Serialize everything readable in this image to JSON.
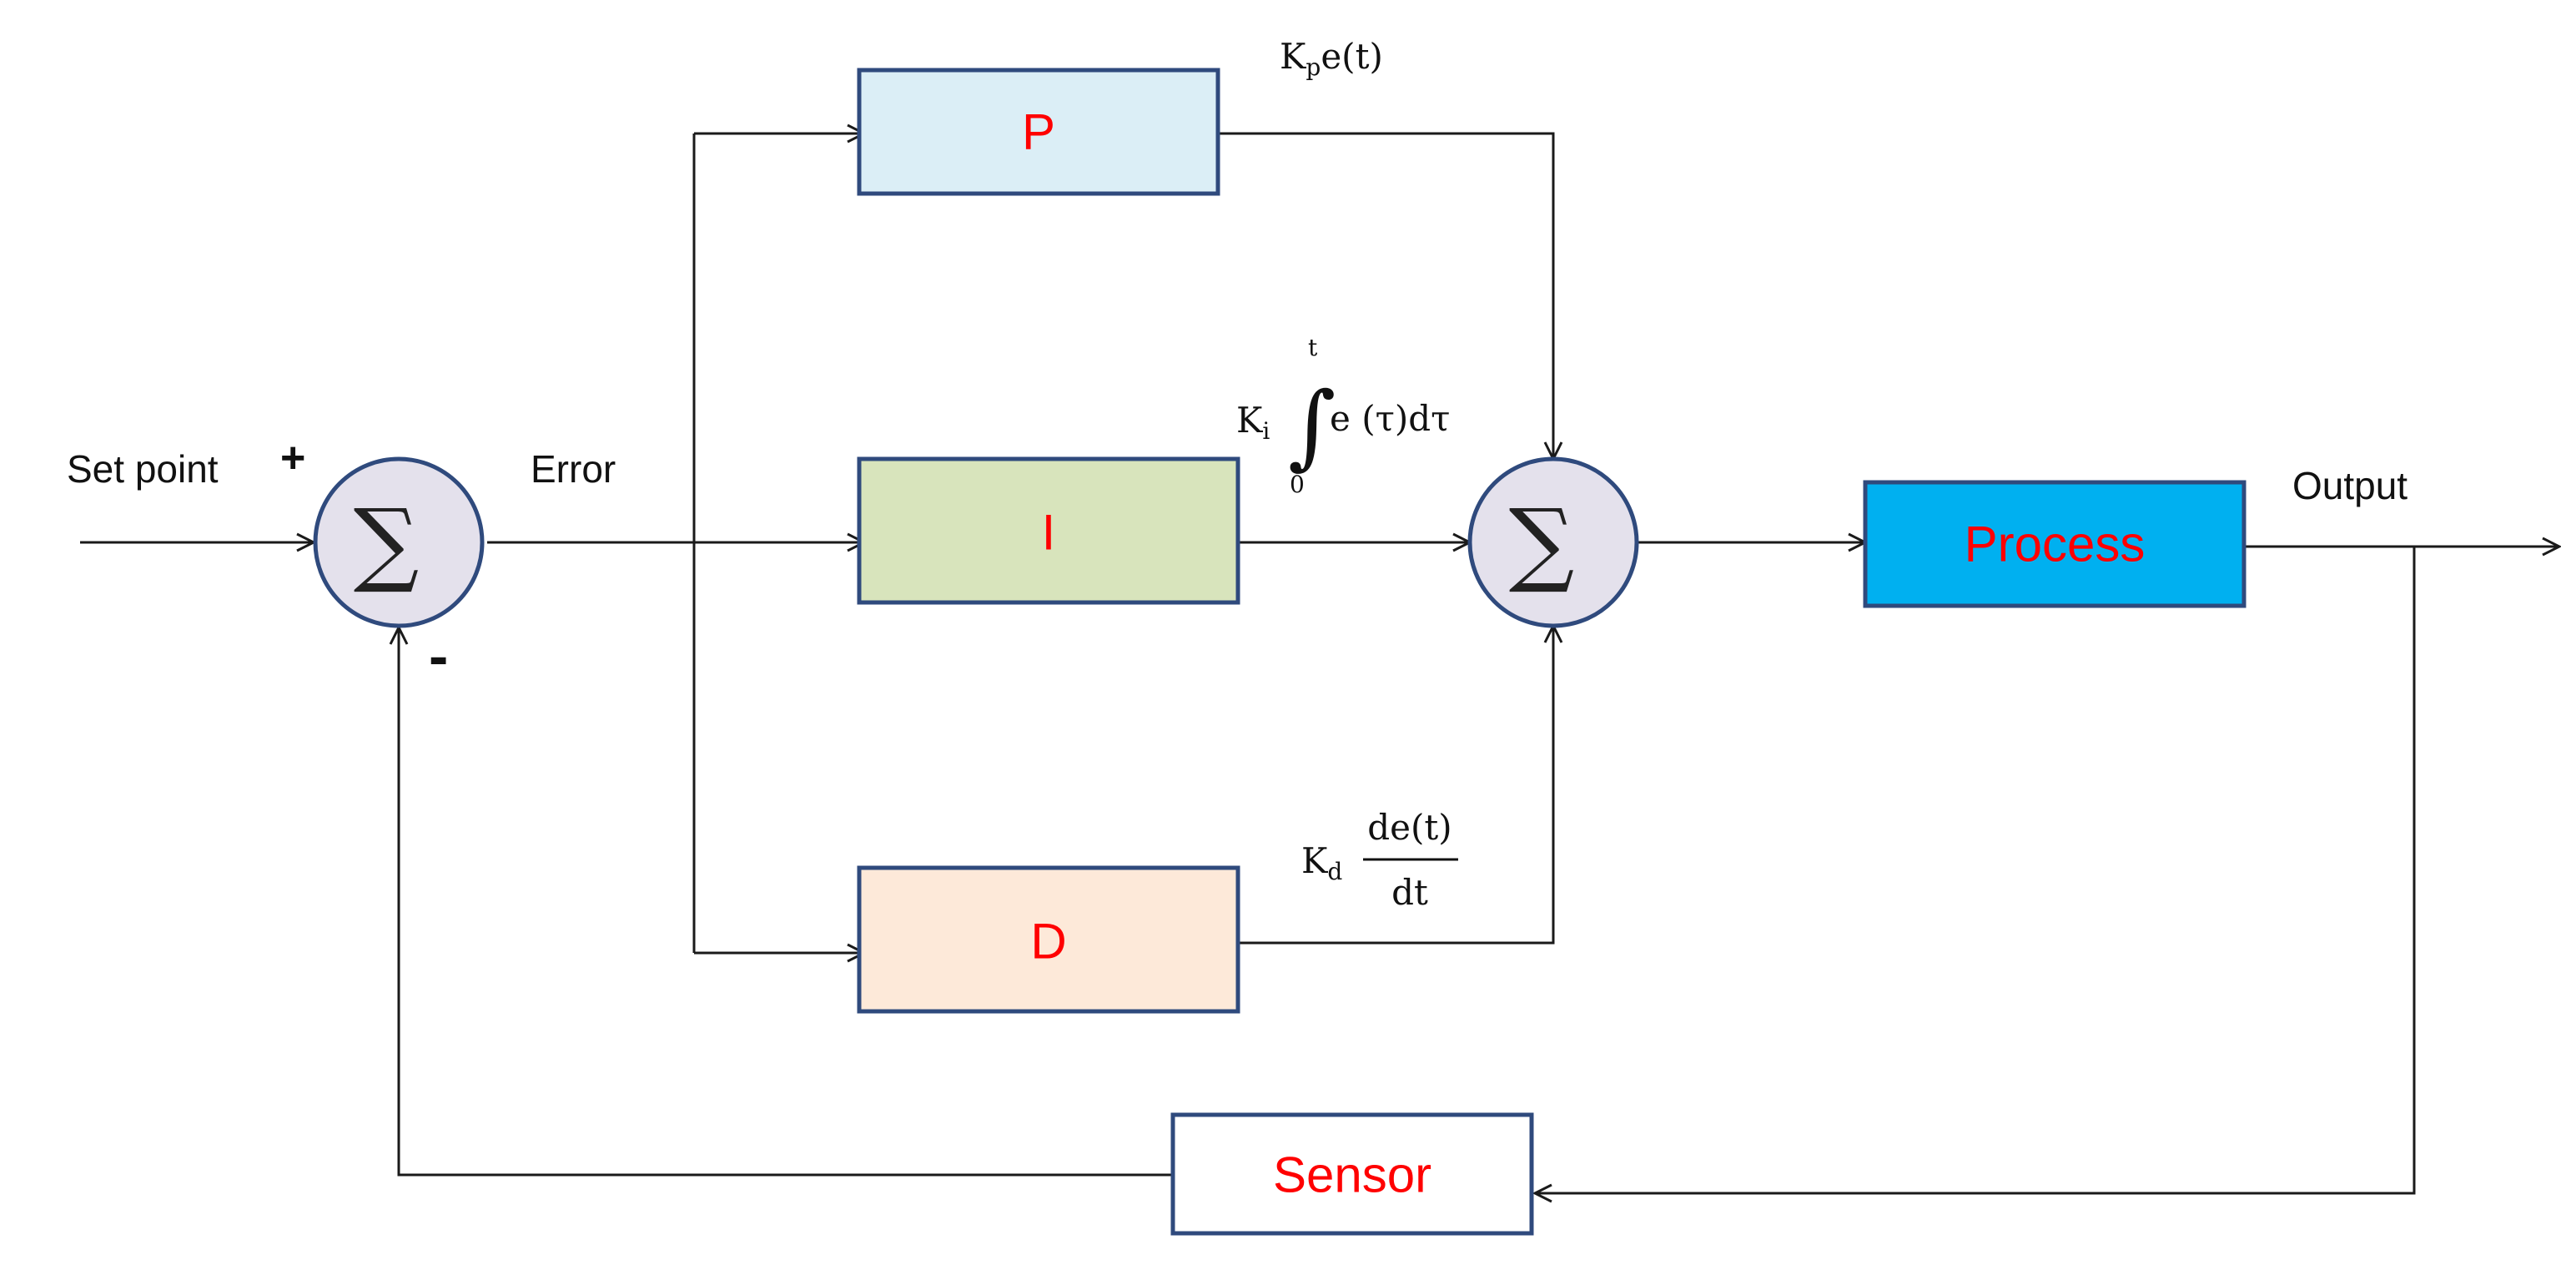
{
  "labels": {
    "set_point": "Set point",
    "plus": "+",
    "minus": "-",
    "error": "Error",
    "output": "Output"
  },
  "blocks": {
    "p": "P",
    "i": "I",
    "d": "D",
    "process": "Process",
    "sensor": "Sensor"
  },
  "summing_symbol": "∑",
  "terms": {
    "proportional": {
      "coef": "K",
      "sub": "p",
      "expr": "e(t)"
    },
    "integral": {
      "coef": "K",
      "sub": "i",
      "integral_sign": "∫",
      "upper": "t",
      "lower": "0",
      "expr": "e (τ)dτ"
    },
    "derivative": {
      "coef": "K",
      "sub": "d",
      "numerator": "de(t)",
      "denominator": "dt"
    }
  },
  "colors": {
    "p_fill": "#dbeef6",
    "i_fill": "#d8e4bc",
    "d_fill": "#fde9d9",
    "process_fill": "#00b0f0",
    "sensor_fill": "#ffffff",
    "block_label_color": "#ff0000",
    "block_border": "#2f4a7d",
    "summing_fill": "#e4e1ec"
  }
}
